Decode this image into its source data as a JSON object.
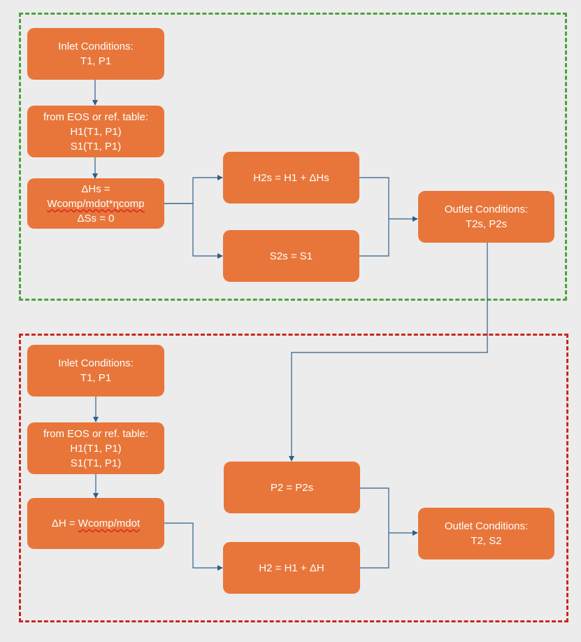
{
  "top_group": {
    "inlet": {
      "line1": "Inlet Conditions:",
      "line2": "T1, P1"
    },
    "eos": {
      "line1": "from EOS or ref. table:",
      "line2": "H1(T1, P1)",
      "line3": "S1(T1, P1)"
    },
    "delta": {
      "line1": "ΔHs =",
      "line2": "Wcomp/mdot*ηcomp",
      "line3": "ΔSs = 0"
    },
    "h2s": {
      "label": "H2s = H1 + ΔHs"
    },
    "s2s": {
      "label": "S2s = S1"
    },
    "outlet": {
      "line1": "Outlet Conditions:",
      "line2": "T2s, P2s"
    }
  },
  "bottom_group": {
    "inlet": {
      "line1": "Inlet Conditions:",
      "line2": "T1, P1"
    },
    "eos": {
      "line1": "from EOS or ref. table:",
      "line2": "H1(T1, P1)",
      "line3": "S1(T1, P1)"
    },
    "delta": {
      "prefix": "ΔH = ",
      "formula": "Wcomp/mdot"
    },
    "p2": {
      "label": "P2 = P2s"
    },
    "h2": {
      "label": "H2 = H1 + ΔH"
    },
    "outlet": {
      "line1": "Outlet Conditions:",
      "line2": "T2, S2"
    }
  },
  "colors": {
    "box_fill": "#e8763a",
    "box_text": "#ffffff",
    "connector": "#2f5f8a",
    "top_frame": "#4aa33a",
    "bottom_frame": "#c8281e",
    "background": "#ececec"
  }
}
